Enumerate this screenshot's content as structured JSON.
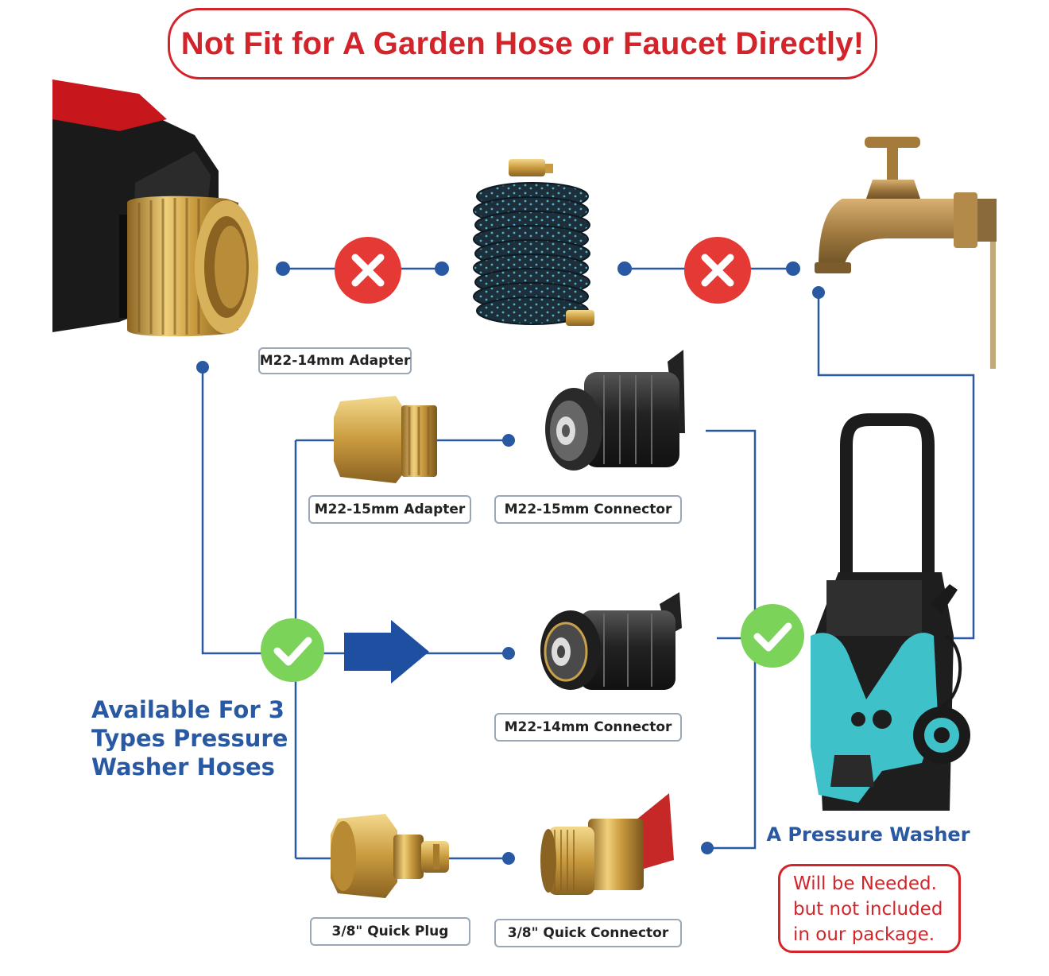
{
  "banner": {
    "text": "Not Fit for A Garden Hose or Faucet Directly!"
  },
  "labels": {
    "m22_14mm_adapter": "M22-14mm Adapter",
    "m22_15mm_adapter": "M22-15mm Adapter",
    "m22_15mm_connector": "M22-15mm Connector",
    "m22_14mm_connector": "M22-14mm Connector",
    "quick_plug": "3/8\" Quick Plug",
    "quick_connector": "3/8\" Quick Connector"
  },
  "available": {
    "line1": "Available For 3",
    "line2": "Types Pressure",
    "line3": "Washer Hoses"
  },
  "pressure_washer": {
    "title": "A Pressure Washer",
    "note_line1": "Will be Needed.",
    "note_line2": "but not included",
    "note_line3": "in our package."
  },
  "icons": [
    "error-x-icon",
    "error-x-icon",
    "check-icon",
    "check-icon",
    "arrow-right-icon"
  ],
  "colors": {
    "alert_red": "#d2242a",
    "line_blue": "#2a59a3",
    "check_green": "#7cd35a",
    "brass": "#c9a14a",
    "washer_teal": "#3fc1c9"
  }
}
